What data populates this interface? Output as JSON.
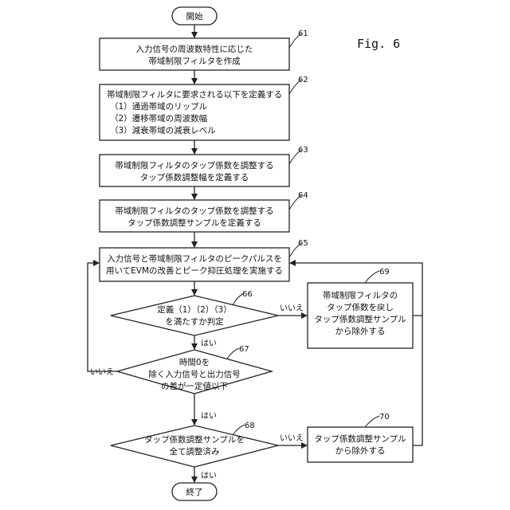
{
  "figure_label": "Fig. 6",
  "start": "開始",
  "end": "終了",
  "steps": {
    "s61": {
      "ref": "61",
      "lines": [
        "入力信号の周波数特性に応じた",
        "帯域制限フィルタを作成"
      ]
    },
    "s62": {
      "ref": "62",
      "lines": [
        "帯域制限フィルタに要求される以下を定義する",
        "（1）通過帯域のリップル",
        "（2）遷移帯域の周波数幅",
        "（3）減衰帯域の減衰レベル"
      ]
    },
    "s63": {
      "ref": "63",
      "lines": [
        "帯域制限フィルタのタップ係数を調整する",
        "タップ係数調整幅を定義する"
      ]
    },
    "s64": {
      "ref": "64",
      "lines": [
        "帯域制限フィルタのタップ係数を調整する",
        "タップ係数調整サンプルを定義する"
      ]
    },
    "s65": {
      "ref": "65",
      "lines": [
        "入力信号と帯域制限フィルタのピークパルスを",
        "用いてEVMの改善とピーク抑圧処理を実施する"
      ]
    },
    "s66": {
      "ref": "66",
      "lines": [
        "定義（1）（2）（3）",
        "を満たすか判定"
      ]
    },
    "s67": {
      "ref": "67",
      "lines": [
        "時間0を",
        "除く入力信号と出力信号",
        "の差が一定値以下"
      ]
    },
    "s68": {
      "ref": "68",
      "lines": [
        "タップ係数調整サンプルを",
        "全て調整済み"
      ]
    },
    "s69": {
      "ref": "69",
      "lines": [
        "帯域制限フィルタの",
        "タップ係数を戻し",
        "タップ係数調整サンプル",
        "から除外する"
      ]
    },
    "s70": {
      "ref": "70",
      "lines": [
        "タップ係数調整サンプル",
        "から除外する"
      ]
    }
  },
  "labels": {
    "yes": "はい",
    "no": "いいえ"
  }
}
